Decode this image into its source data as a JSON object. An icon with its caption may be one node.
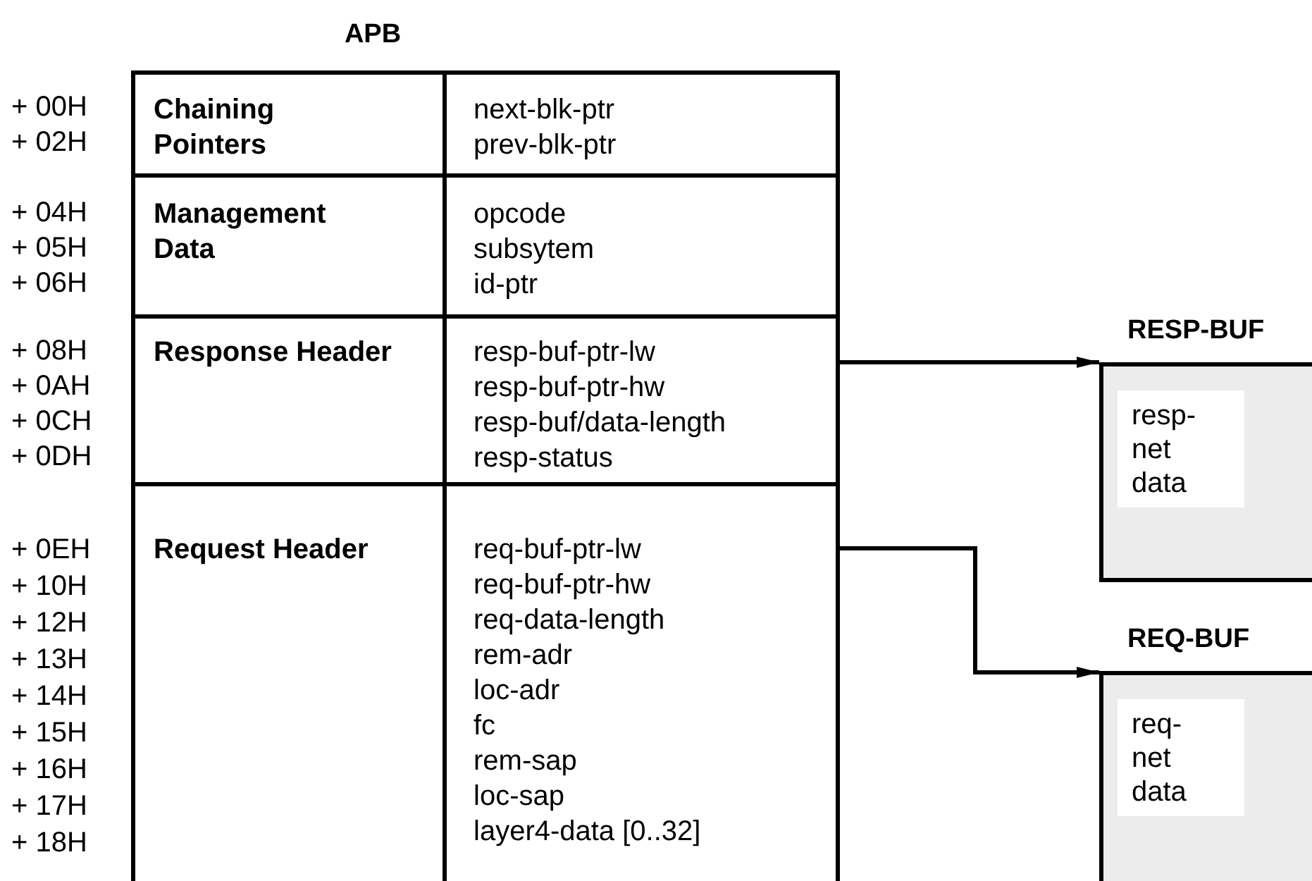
{
  "diagram": {
    "nodes": [
      {
        "text": [
          "APB"
        ]
      },
      {
        "text": [
          "Chaining Pointers"
        ],
        "in": 0
      },
      {
        "text": [
          "next-blk-ptr",
          "prev-blk-ptr"
        ],
        "in": 0
      },
      {
        "text": [
          "Management Data"
        ],
        "in": 0
      },
      {
        "text": [
          "opcode",
          "subsytem",
          "id-ptr"
        ],
        "in": 0
      },
      {
        "text": [
          "Response Header"
        ],
        "in": 0
      },
      {
        "text": [
          "resp-buf-ptr-lw",
          "resp-buf-ptr-hw",
          "resp-buf/data-length",
          "resp-status"
        ],
        "in": 0
      },
      {
        "text": [
          "Request Header"
        ],
        "in": 0
      },
      {
        "text": [
          "req-buf-ptr-lw",
          "req-buf-ptr-hw",
          "req-data-length",
          "rem-adr",
          "loc-adr",
          "fc",
          "rem-sap",
          "loc-sap",
          "layer4-data [0..32]"
        ],
        "in": 0
      },
      {
        "text": [
          "RESP-BUF"
        ]
      },
      {
        "text": [
          "resp- net data"
        ],
        "in": 9
      },
      {
        "text": [
          "REQ-BUF"
        ]
      },
      {
        "text": [
          "req- net data"
        ],
        "in": 11
      }
    ],
    "edges": [
      {
        "from": 6,
        "to": 9,
        "arrow": "to"
      },
      {
        "from": 8,
        "to": 11,
        "arrow": "to"
      }
    ],
    "labels": [
      "+ 00H",
      "+ 02H",
      "+ 04H",
      "+ 05H",
      "+ 06H",
      "+ 08H",
      "+ 0AH",
      "+ 0CH",
      "+ 0DH",
      "+ 0EH",
      "+ 10H",
      "+ 12H",
      "+ 13H",
      "+ 14H",
      "+ 15H",
      "+ 16H",
      "+ 17H",
      "+ 18H"
    ]
  }
}
